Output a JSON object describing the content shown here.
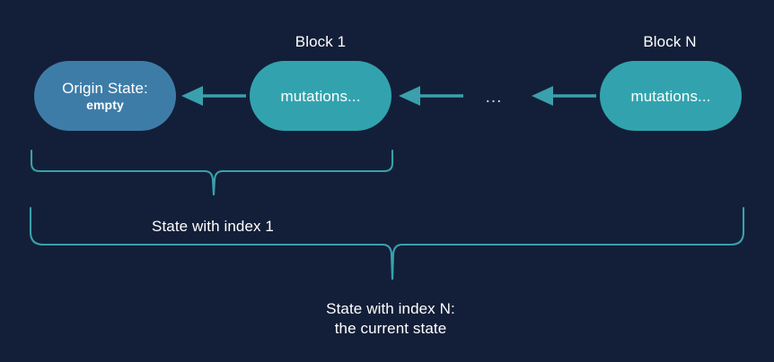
{
  "diagram": {
    "title": "Blockchain state derivation diagram",
    "background_color": "#131f38",
    "accent_teal": "#32a3ae",
    "accent_blue": "#3e7ca8",
    "bracket_color": "#3aa0ac",
    "arrow_color": "#3aa0ac",
    "text_color": "#ffffff"
  },
  "nodes": {
    "origin": {
      "title": "Origin State:",
      "subtitle": "empty",
      "color": "#3e7ca8"
    },
    "block1": {
      "caption": "Block 1",
      "body": "mutations...",
      "color": "#32a3ae"
    },
    "blockN": {
      "caption": "Block N",
      "body": "mutations...",
      "color": "#32a3ae"
    }
  },
  "ellipsis": "...",
  "brackets": {
    "inner": {
      "label": "State with index 1"
    },
    "outer": {
      "label_line1": "State with index N:",
      "label_line2": "the current state"
    }
  },
  "arrows": [
    {
      "name": "arrow-block1-to-origin",
      "from": "block1",
      "to": "origin"
    },
    {
      "name": "arrow-ellipsis-to-block1",
      "from": "ellipsis",
      "to": "block1"
    },
    {
      "name": "arrow-blockN-to-ellipsis",
      "from": "blockN",
      "to": "ellipsis"
    }
  ]
}
